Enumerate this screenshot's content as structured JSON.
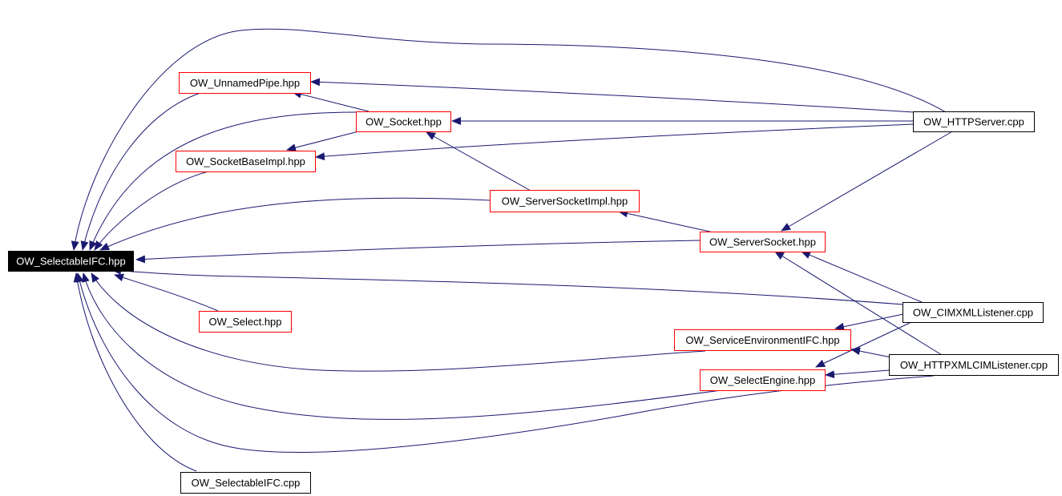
{
  "colors": {
    "edge": "#191970",
    "node_red_border": "#ff0000",
    "node_black_border": "#000000",
    "root_fill": "#000000",
    "root_text": "#ffffff",
    "node_fill": "#ffffff",
    "node_text": "#000000"
  },
  "nodes": [
    {
      "id": "selectableifc_hpp",
      "label": "OW_SelectableIFC.hpp",
      "style": "root"
    },
    {
      "id": "unnamedpipe_hpp",
      "label": "OW_UnnamedPipe.hpp",
      "style": "red"
    },
    {
      "id": "socket_hpp",
      "label": "OW_Socket.hpp",
      "style": "red"
    },
    {
      "id": "socketbaseimpl_hpp",
      "label": "OW_SocketBaseImpl.hpp",
      "style": "red"
    },
    {
      "id": "serversocketimpl_hpp",
      "label": "OW_ServerSocketImpl.hpp",
      "style": "red"
    },
    {
      "id": "serversocket_hpp",
      "label": "OW_ServerSocket.hpp",
      "style": "red"
    },
    {
      "id": "select_hpp",
      "label": "OW_Select.hpp",
      "style": "red"
    },
    {
      "id": "serviceenvironmentifc_hpp",
      "label": "OW_ServiceEnvironmentIFC.hpp",
      "style": "red"
    },
    {
      "id": "selectengine_hpp",
      "label": "OW_SelectEngine.hpp",
      "style": "red"
    },
    {
      "id": "selectableifc_cpp",
      "label": "OW_SelectableIFC.cpp",
      "style": "black"
    },
    {
      "id": "httpserver_cpp",
      "label": "OW_HTTPServer.cpp",
      "style": "black"
    },
    {
      "id": "cimxmllistener_cpp",
      "label": "OW_CIMXMLListener.cpp",
      "style": "black"
    },
    {
      "id": "httpxmlcimlistener_cpp",
      "label": "OW_HTTPXMLCIMListener.cpp",
      "style": "black"
    }
  ],
  "edges": [
    {
      "from": "unnamedpipe_hpp",
      "to": "selectableifc_hpp"
    },
    {
      "from": "socket_hpp",
      "to": "selectableifc_hpp"
    },
    {
      "from": "socketbaseimpl_hpp",
      "to": "selectableifc_hpp"
    },
    {
      "from": "serversocketimpl_hpp",
      "to": "selectableifc_hpp"
    },
    {
      "from": "serversocket_hpp",
      "to": "selectableifc_hpp"
    },
    {
      "from": "select_hpp",
      "to": "selectableifc_hpp"
    },
    {
      "from": "serviceenvironmentifc_hpp",
      "to": "selectableifc_hpp"
    },
    {
      "from": "selectengine_hpp",
      "to": "selectableifc_hpp"
    },
    {
      "from": "selectableifc_cpp",
      "to": "selectableifc_hpp"
    },
    {
      "from": "httpserver_cpp",
      "to": "selectableifc_hpp"
    },
    {
      "from": "cimxmllistener_cpp",
      "to": "selectableifc_hpp"
    },
    {
      "from": "httpxmlcimlistener_cpp",
      "to": "selectableifc_hpp"
    },
    {
      "from": "socket_hpp",
      "to": "unnamedpipe_hpp"
    },
    {
      "from": "socket_hpp",
      "to": "socketbaseimpl_hpp"
    },
    {
      "from": "serversocketimpl_hpp",
      "to": "socket_hpp"
    },
    {
      "from": "serversocket_hpp",
      "to": "serversocketimpl_hpp"
    },
    {
      "from": "httpserver_cpp",
      "to": "unnamedpipe_hpp"
    },
    {
      "from": "httpserver_cpp",
      "to": "socket_hpp"
    },
    {
      "from": "httpserver_cpp",
      "to": "socketbaseimpl_hpp"
    },
    {
      "from": "httpserver_cpp",
      "to": "serversocket_hpp"
    },
    {
      "from": "cimxmllistener_cpp",
      "to": "serversocket_hpp"
    },
    {
      "from": "cimxmllistener_cpp",
      "to": "serviceenvironmentifc_hpp"
    },
    {
      "from": "cimxmllistener_cpp",
      "to": "selectengine_hpp"
    },
    {
      "from": "httpxmlcimlistener_cpp",
      "to": "serversocket_hpp"
    },
    {
      "from": "httpxmlcimlistener_cpp",
      "to": "serviceenvironmentifc_hpp"
    },
    {
      "from": "httpxmlcimlistener_cpp",
      "to": "selectengine_hpp"
    }
  ]
}
